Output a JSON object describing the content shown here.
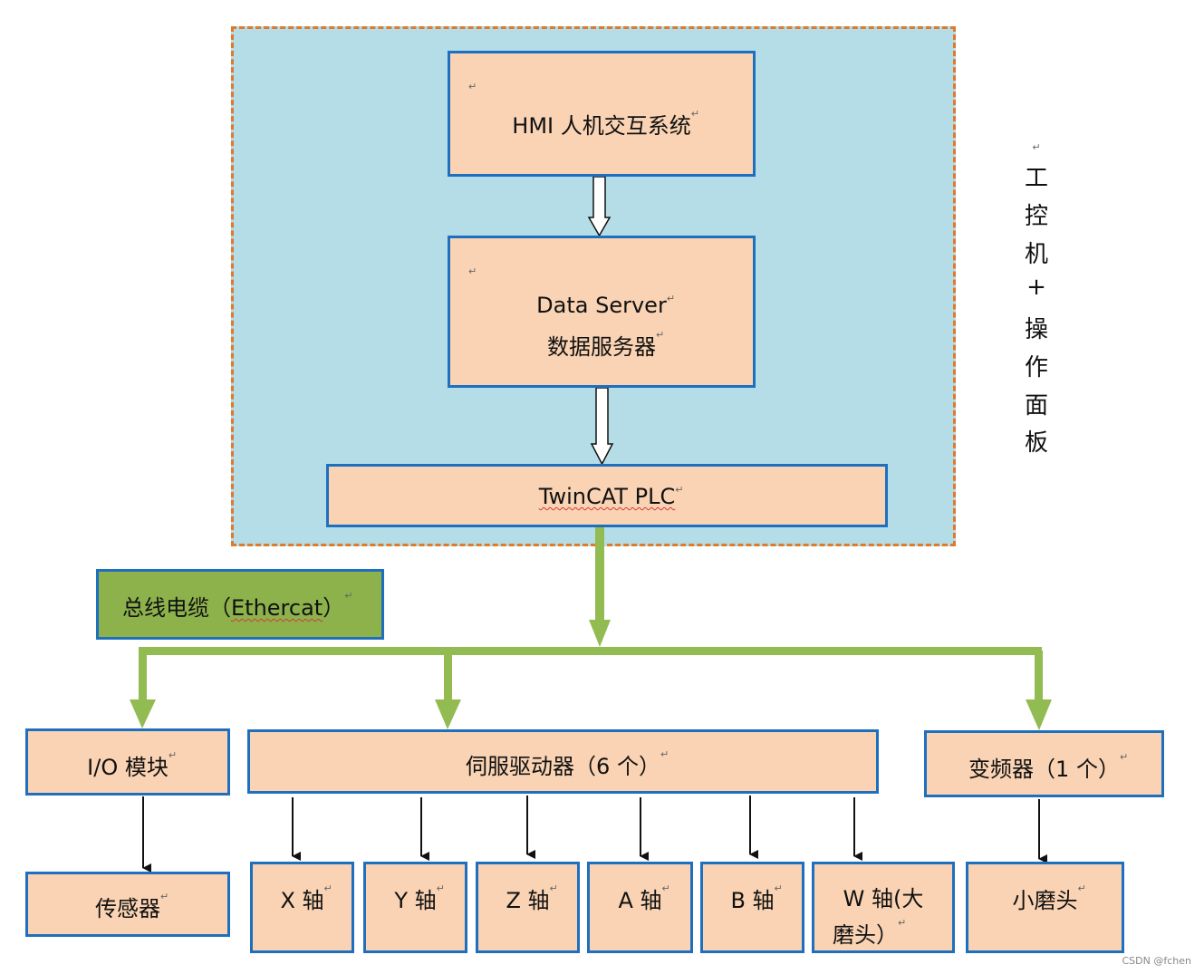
{
  "ipc": {
    "hmi": "HMI 人机交互系统",
    "data_server_line1": "Data Server",
    "data_server_line2": "数据服务器",
    "plc": "TwinCAT PLC",
    "side_label": [
      "工",
      "控",
      "机",
      "+",
      "操",
      "作",
      "面",
      "板"
    ]
  },
  "bus": {
    "label_prefix": "总线电缆（",
    "label_name": "Ethercat",
    "label_suffix": "）"
  },
  "devices": {
    "io": "I/O 模块",
    "servo": "伺服驱动器（6 个）",
    "vfd": "变频器（1 个）"
  },
  "leaves": {
    "sensor": "传感器",
    "x_axis": "X 轴",
    "y_axis": "Y 轴",
    "z_axis": "Z 轴",
    "a_axis": "A 轴",
    "b_axis": "B 轴",
    "w_axis_line1": "W 轴(大",
    "w_axis_line2": "磨头）",
    "small_head": "小磨头"
  },
  "marks": {
    "return": "↵"
  },
  "watermark": "CSDN @fchen",
  "colors": {
    "region_fill": "#b4dde7",
    "region_border": "#e07a2a",
    "box_fill": "#f9d3b3",
    "box_border": "#1f6fbf",
    "bus_fill": "#8db24c",
    "bus_line": "#92bb52"
  }
}
